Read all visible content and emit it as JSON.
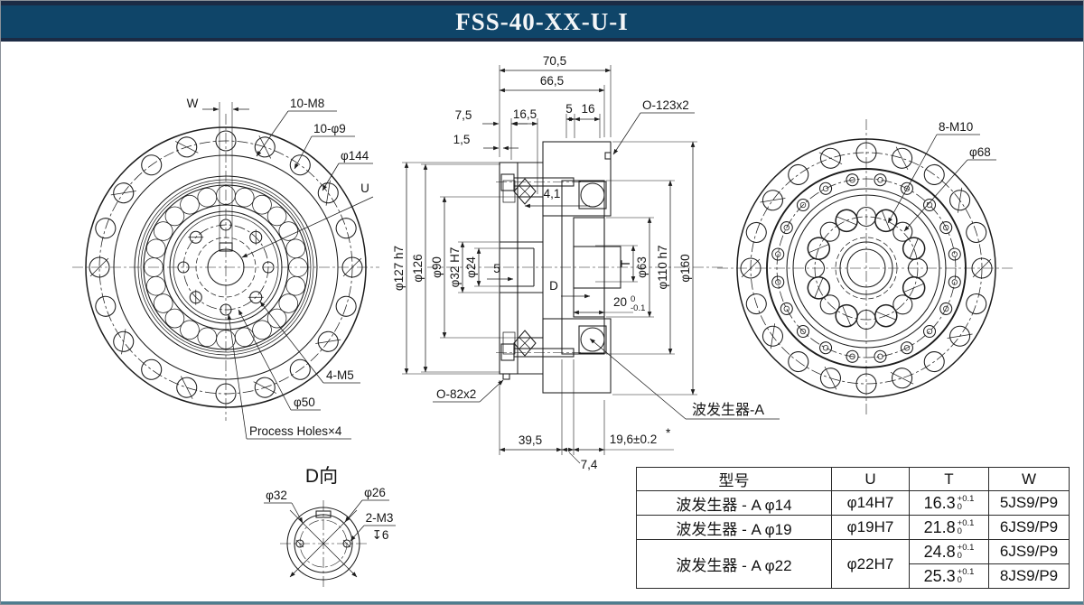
{
  "header": {
    "title": "FSS-40-XX-U-I"
  },
  "left_view": {
    "dim_w": "W",
    "label_10m8": "10-M8",
    "label_10d9": "10-φ9",
    "label_d144": "φ144",
    "label_u": "U",
    "label_4m5": "4-M5",
    "label_d50": "φ50",
    "label_process": "Process Holes×4"
  },
  "section_view": {
    "d705": "70,5",
    "d665": "66,5",
    "d75": "7,5",
    "d15": "1,5",
    "d165": "16,5",
    "d5": "5",
    "d16": "16",
    "o123": "O-123x2",
    "d127": "φ127 h7",
    "d126": "φ126",
    "d90": "φ90",
    "d32": "φ32 H7",
    "d24": "φ24",
    "key5": "5",
    "d41": "4,1",
    "dmark": "D",
    "tmark": "T",
    "d63": "φ63",
    "d110": "φ110 h7",
    "d160": "φ160",
    "d20": "20",
    "d20sup": "0",
    "d20sub": "-0.1",
    "o82": "O-82x2",
    "d395": "39,5",
    "d74": "7,4",
    "d196": "19,6±0.2",
    "d196sup": "*",
    "wave_label": "波发生器-A"
  },
  "right_view": {
    "label_8m10": "8-M10",
    "label_d68": "φ68"
  },
  "detail_view": {
    "title": "D向",
    "label_d32": "φ32",
    "label_d26": "φ26",
    "label_2m3": "2-M3",
    "label_depth": "↧6"
  },
  "table": {
    "headers": [
      "型号",
      "U",
      "T",
      "W"
    ],
    "rows": [
      {
        "model": "波发生器 - A φ14",
        "u": "φ14H7",
        "t": "16.3",
        "tsup": "+0.1",
        "tsub": "0",
        "w": "5JS9/P9"
      },
      {
        "model": "波发生器 - A φ19",
        "u": "φ19H7",
        "t": "21.8",
        "tsup": "+0.1",
        "tsub": "0",
        "w": "6JS9/P9"
      },
      {
        "model": "波发生器 - A φ22",
        "u": "φ22H7",
        "t": "24.8",
        "tsup": "+0.1",
        "tsub": "0",
        "w": "6JS9/P9"
      },
      {
        "model": "",
        "u": "",
        "t": "25.3",
        "tsup": "+0.1",
        "tsub": "0",
        "w": "8JS9/P9"
      }
    ]
  },
  "colors": {
    "header_bg": "#0f4569",
    "header_stripe": "#1b2b45",
    "bottom_line": "#4e7d8f",
    "ink": "#1c1c1c",
    "paper": "#ffffff"
  }
}
